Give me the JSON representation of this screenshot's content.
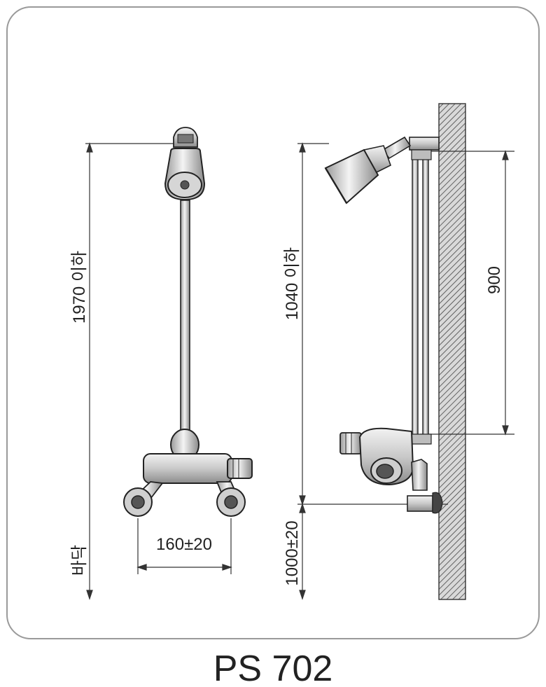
{
  "diagram": {
    "front_view": {
      "height_label": "1970 이하",
      "floor_label": "바닥",
      "width_label": "160±20"
    },
    "side_view": {
      "height_label": "1040 이하",
      "bar_length_label": "900",
      "mount_height_label": "1000±20"
    },
    "model_name": "PS 702"
  }
}
